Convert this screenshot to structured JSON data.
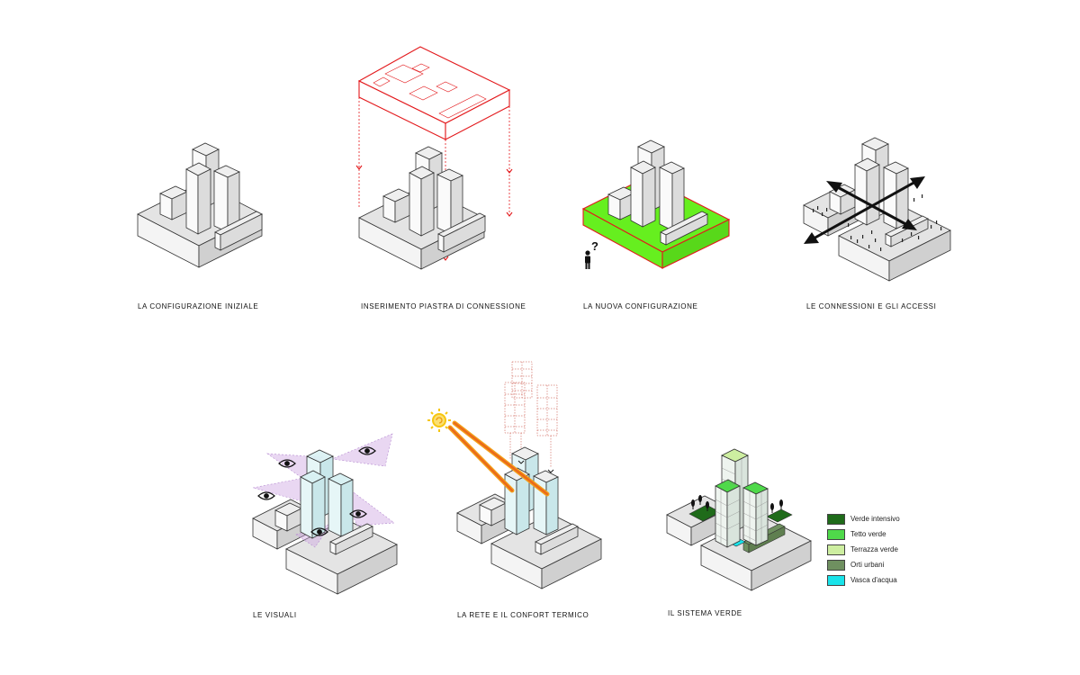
{
  "captions": {
    "p1": "LA CONFIGURAZIONE INIZIALE",
    "p2": "INSERIMENTO PIASTRA DI CONNESSIONE",
    "p3": "LA NUOVA CONFIGURAZIONE",
    "p4": "LE CONNESSIONI E GLI ACCESSI",
    "p5": "LE VISUALI",
    "p6": "LA RETE E IL CONFORT TERMICO",
    "p7": "IL SISTEMA VERDE"
  },
  "question_mark": "?",
  "legend": [
    {
      "label": "Verde intensivo",
      "color": "#1f6b1a"
    },
    {
      "label": "Tetto verde",
      "color": "#4fd94a"
    },
    {
      "label": "Terrazza verde",
      "color": "#cdeea0"
    },
    {
      "label": "Orti urbani",
      "color": "#6f9060"
    },
    {
      "label": "Vasca d'acqua",
      "color": "#19e3ea"
    }
  ],
  "colors": {
    "red": "#e3191c",
    "green": "#66ef1f",
    "glass": "#d9f1f3",
    "view": "#cfa7e3",
    "sun": "#f6c60f",
    "ray": "#f0780f"
  }
}
